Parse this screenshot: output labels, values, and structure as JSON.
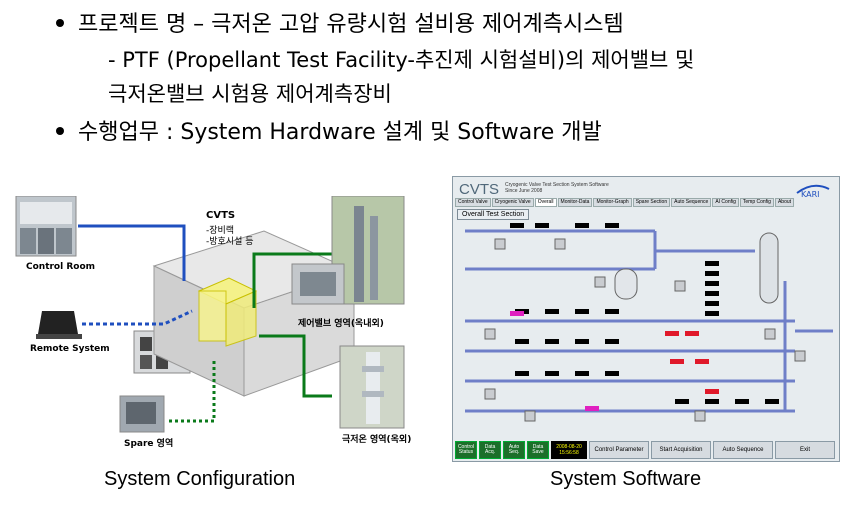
{
  "bullets": {
    "b1": "프로젝트 명 – 극저온 고압 유량시험 설비용 제어계측시스템",
    "b1_sub_line1": "-  PTF (Propellant Test Facility-추진제 시험설비)의 제어밸브 및",
    "b1_sub_line2": "극저온밸브 시험용 제어계측장비",
    "b2": "수행업무 : System Hardware 설계 및 Software 개발"
  },
  "captions": {
    "left": "System Configuration",
    "right": "System Software"
  },
  "config": {
    "cvts_title": "CVTS",
    "cvts_line1": "-장비랙",
    "cvts_line2": "-방호시설 등",
    "control_room": "Control Room",
    "remote_system": "Remote System",
    "spare_area": "Spare 영역",
    "valve_area": "제어밸브 영역(옥내외)",
    "cryo_area": "극저온 영역(옥외)"
  },
  "software": {
    "app_title": "CVTS",
    "app_subtitle_1": "Cryogenic Valve Test Section System Software",
    "app_subtitle_2": "Since June 2008",
    "logo_text": "KARI",
    "tabs": [
      "Control Valve",
      "Cryogenic Valve",
      "Overall",
      "Monitor-Data",
      "Monitor-Graph",
      "Spare Section",
      "Auto Sequence",
      "AI Config",
      "Temp Config",
      "About"
    ],
    "active_tab": "Overall",
    "section_button": "Overall Test Section",
    "bottom_buttons": [
      "Control Status",
      "Data Acq.",
      "Auto Seq.",
      "Data Save"
    ],
    "date": "2008-08-20",
    "time": "15:56:58",
    "wide_buttons": [
      "Control Parameter",
      "Start Acquisition",
      "Auto Sequence",
      "Exit"
    ]
  },
  "colors": {
    "accent_green": "#1c6f2a",
    "screen_bg": "#e7ecef",
    "pipe": "#6f7fc8"
  }
}
